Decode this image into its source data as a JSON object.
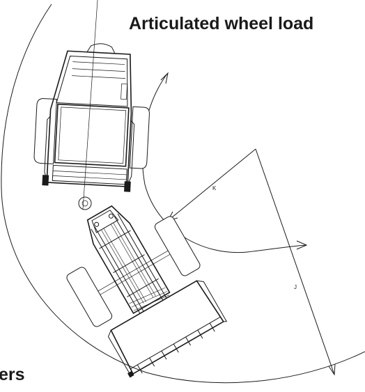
{
  "diagram": {
    "title": "Articulated wheel load",
    "caption_fragment": "ers",
    "dimension_labels": {
      "k": "K",
      "j": "J"
    }
  },
  "colors": {
    "ink": "#1a1a1a",
    "background": "#ffffff"
  }
}
